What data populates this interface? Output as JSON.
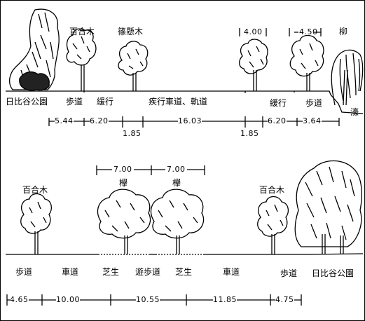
{
  "section_a": {
    "top_labels": {
      "yurinoki": "百合木",
      "suzukake": "篠懸木",
      "yanagi": "柳"
    },
    "top_dims": {
      "d1": "4.00",
      "d2": "4.50"
    },
    "ground_labels": {
      "hibiya_park": "日比谷公園",
      "sidewalk_left": "歩道",
      "slow_lane_left": "緩行",
      "main_road": "疾行車道、軌道",
      "slow_lane_right": "緩行",
      "sidewalk_right": "歩道",
      "moat": "濠"
    },
    "dims": {
      "d1": "5.44",
      "d2": "6.20",
      "d3": "16.03",
      "d4": "6.20",
      "d5": "3.64",
      "d6": "1.85",
      "d7": "1.85"
    }
  },
  "section_b": {
    "top_labels": {
      "yurinoki_left": "百合木",
      "keyaki_1": "欅",
      "keyaki_2": "欅",
      "yurinoki_right": "百合木"
    },
    "top_dims": {
      "d1": "7.00",
      "d2": "7.00"
    },
    "ground_labels": {
      "sidewalk_left": "歩道",
      "road_left": "車道",
      "lawn_left": "芝生",
      "promenade": "遊歩道",
      "lawn_right": "芝生",
      "road_right": "車道",
      "sidewalk_right": "歩道",
      "hibiya_park": "日比谷公園"
    },
    "dims": {
      "d1": "4.65",
      "d2": "10.00",
      "d3": "10.55",
      "d4": "11.85",
      "d5": "4.75"
    }
  }
}
